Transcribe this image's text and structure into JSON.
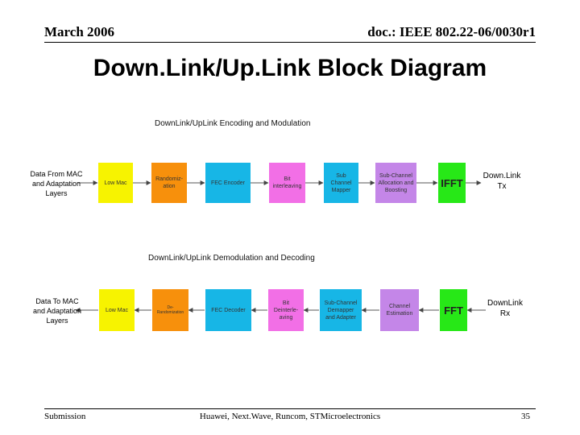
{
  "header": {
    "date": "March 2006",
    "doc_id": "doc.: IEEE 802.22-06/0030r1"
  },
  "title": "Down.Link/Up.Link Block Diagram",
  "tx": {
    "section_title": "DownLink/UpLink Encoding and Modulation",
    "input_label": "Data From MAC\nand Adaptation\nLayers",
    "blocks": [
      {
        "label": "Low Mac",
        "color": "#f7f300"
      },
      {
        "label": "Randomiz-\nation",
        "color": "#f7900c"
      },
      {
        "label": "FEC Encoder",
        "color": "#17b6e6"
      },
      {
        "label": "Bit\ninterleaving",
        "color": "#f26fe6"
      },
      {
        "label": "Sub\nChannel\nMapper",
        "color": "#17b6e6"
      },
      {
        "label": "Sub-Channel\nAllocation and\nBoosting",
        "color": "#c486e8"
      },
      {
        "label": "IFFT",
        "color": "#27e817"
      }
    ],
    "output_label": "Down.Link\nTx"
  },
  "rx": {
    "section_title": "DownLink/UpLink Demodulation and Decoding",
    "input_label": "Data To MAC\nand Adaptation\nLayers",
    "blocks": [
      {
        "label": "Low Mac",
        "color": "#f7f300"
      },
      {
        "label": "De-\nRandomization",
        "color": "#f7900c"
      },
      {
        "label": "FEC Decoder",
        "color": "#17b6e6"
      },
      {
        "label": "Bit\nDeinterle-\naving",
        "color": "#f26fe6"
      },
      {
        "label": "Sub-Channel\nDemapper\nand Adapter",
        "color": "#17b6e6"
      },
      {
        "label": "Channel\nEstimation",
        "color": "#c486e8"
      },
      {
        "label": "FFT",
        "color": "#27e817"
      }
    ],
    "output_label": "DownLink\nRx"
  },
  "footer": {
    "left": "Submission",
    "center": "Huawei, Next.Wave, Runcom, STMicroelectronics",
    "page": "35"
  }
}
